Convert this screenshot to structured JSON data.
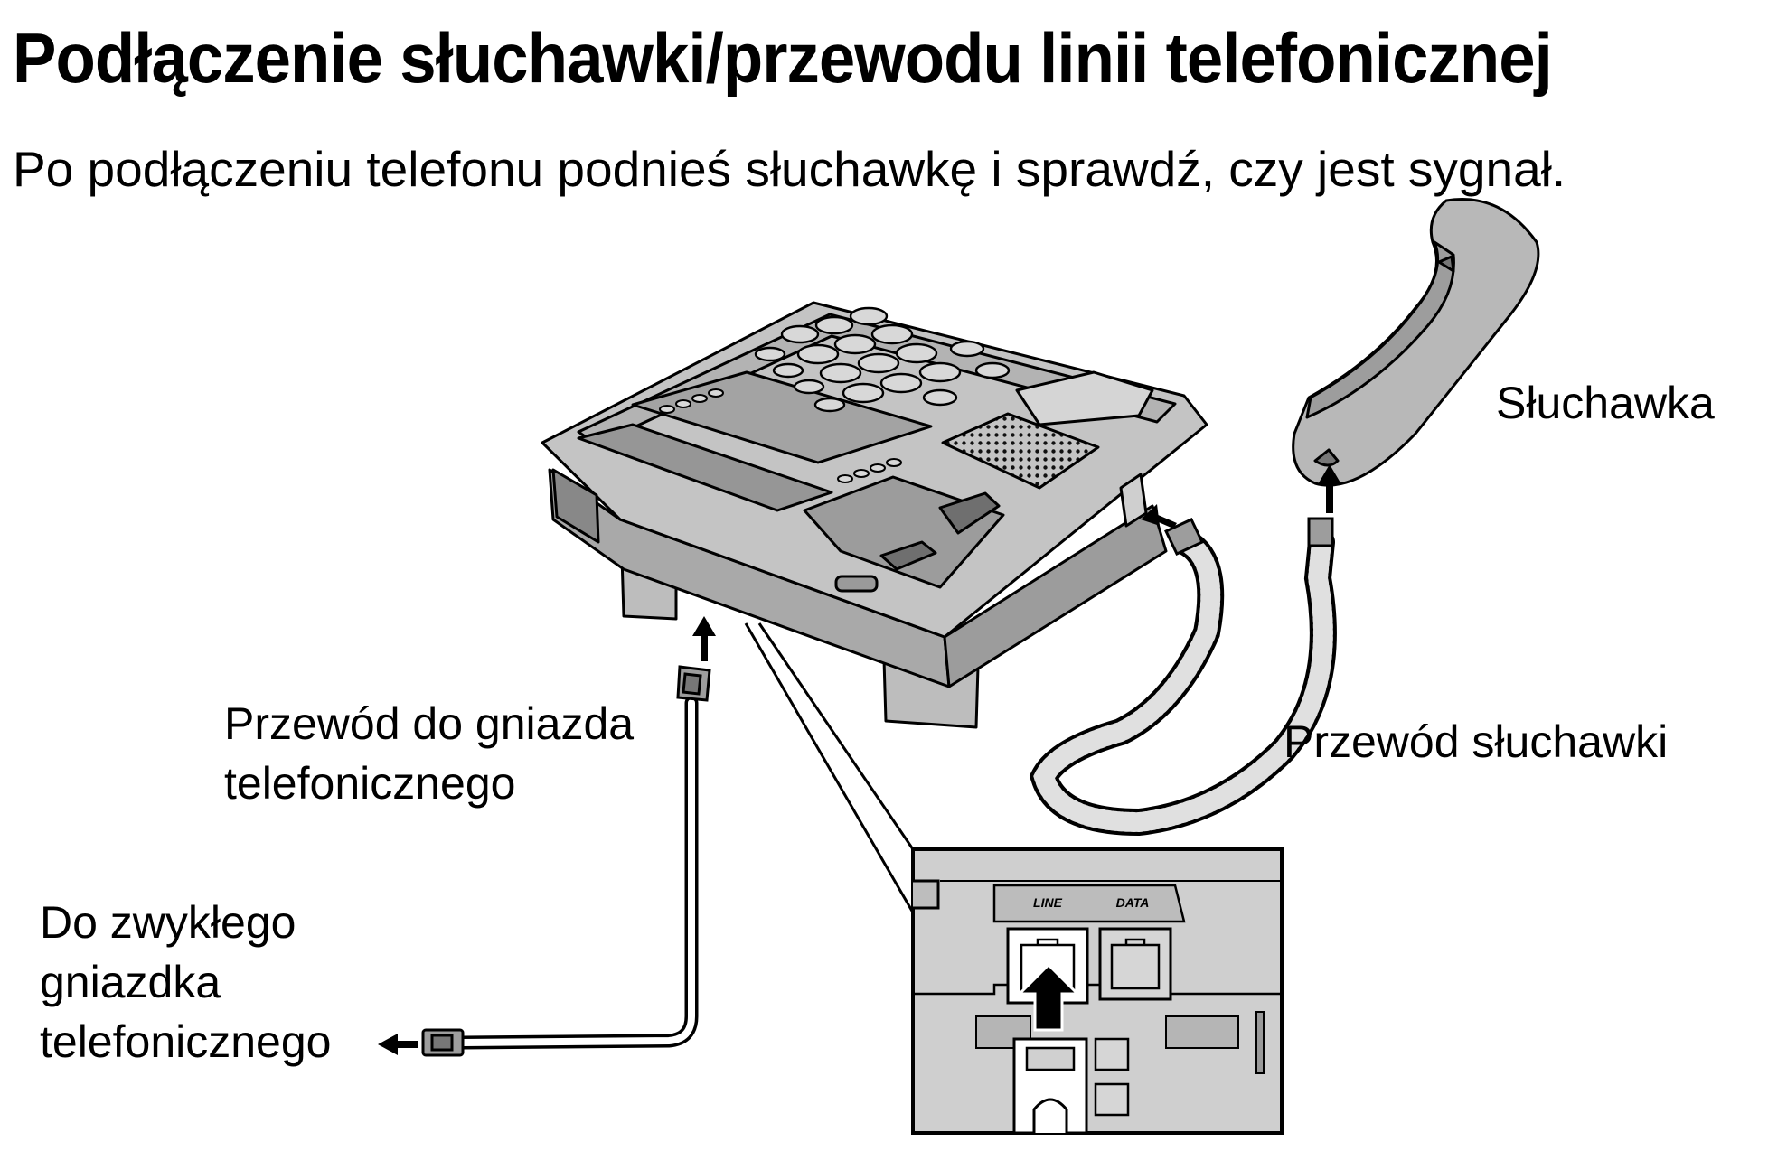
{
  "document": {
    "title": "Podłączenie słuchawki/przewodu linii telefonicznej",
    "subtitle": "Po podłączeniu telefonu podnieś słuchawkę i sprawdź, czy jest sygnał."
  },
  "labels": {
    "handset": "Słuchawka",
    "handset_cord": "Przewód słuchawki",
    "line_cord_1": "Przewód do gniazda",
    "line_cord_2": "telefonicznego",
    "wall_jack_1": "Do zwykłego",
    "wall_jack_2": "gniazdka",
    "wall_jack_3": "telefonicznego"
  },
  "inset": {
    "port_line": "LINE",
    "port_data": "DATA"
  },
  "icons": {
    "arrow": "arrow-icon",
    "modular_plug": "modular-plug-icon",
    "coiled_cord": "coiled-cord-icon"
  }
}
